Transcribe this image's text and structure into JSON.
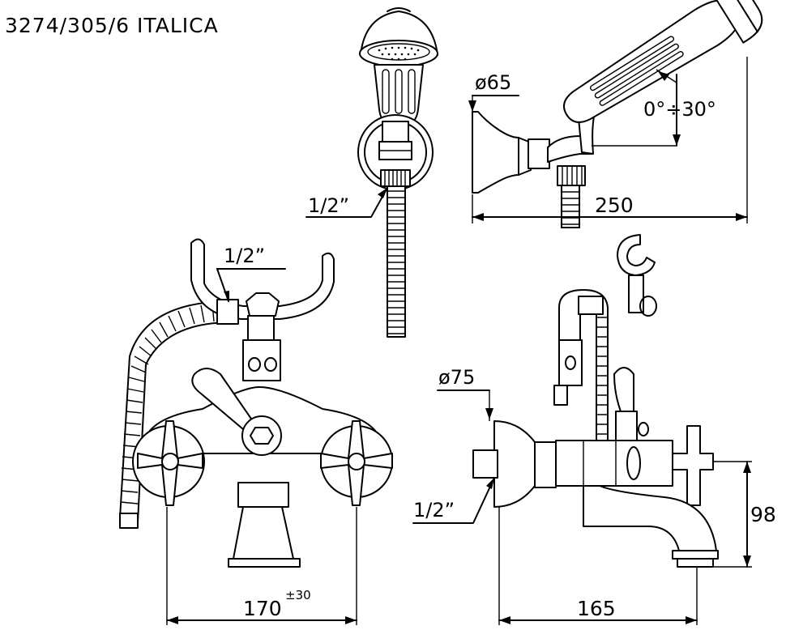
{
  "title": "3274/305/6  ITALICA",
  "dimensions": {
    "handshower_connection": "1/2”",
    "holder_diameter": "ø65",
    "tilt_angle": "0°÷30°",
    "holder_projection": "250",
    "mixer_connection_top": "1/2”",
    "escutcheon_diameter": "ø75",
    "inlet_thread": "1/2”",
    "spout_height": "98",
    "center_distance": "170",
    "center_tolerance": "±30",
    "spout_projection": "165"
  }
}
